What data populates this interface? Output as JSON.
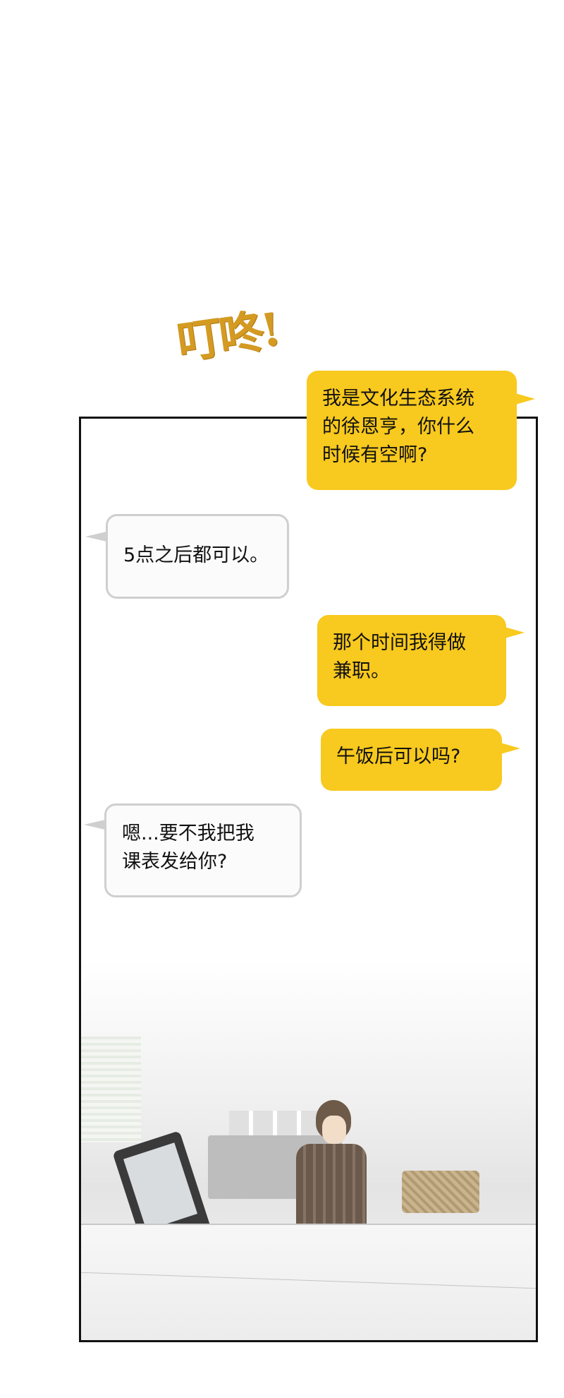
{
  "sfx": "叮咚!",
  "messages": [
    {
      "side": "right",
      "lines": [
        "我是文化生态系统",
        "的徐恩亨，你什么",
        "时候有空啊?"
      ]
    },
    {
      "side": "left",
      "lines": [
        "5点之后都可以。"
      ]
    },
    {
      "side": "right",
      "lines": [
        "那个时间我得做",
        "兼职。"
      ]
    },
    {
      "side": "right",
      "lines": [
        "午饭后可以吗?"
      ]
    },
    {
      "side": "left",
      "lines": [
        "嗯...要不我把我",
        "课表发给你?"
      ]
    }
  ],
  "colors": {
    "sent": "#f8c91e",
    "received": "#fbfbfb",
    "sfx": "#d49a22"
  }
}
